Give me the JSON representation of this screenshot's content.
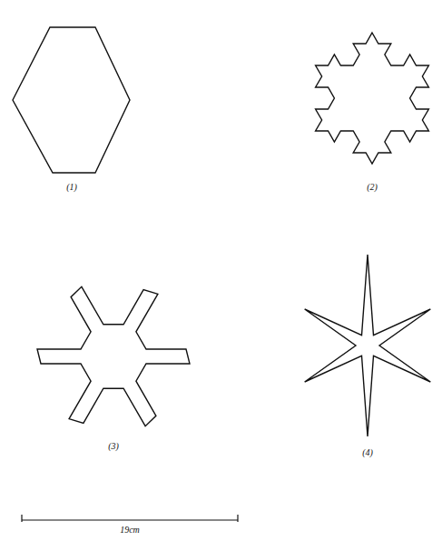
{
  "diagram": {
    "labels": [
      "(1)",
      "(2)",
      "(3)",
      "(4)",
      "19cm"
    ]
  }
}
